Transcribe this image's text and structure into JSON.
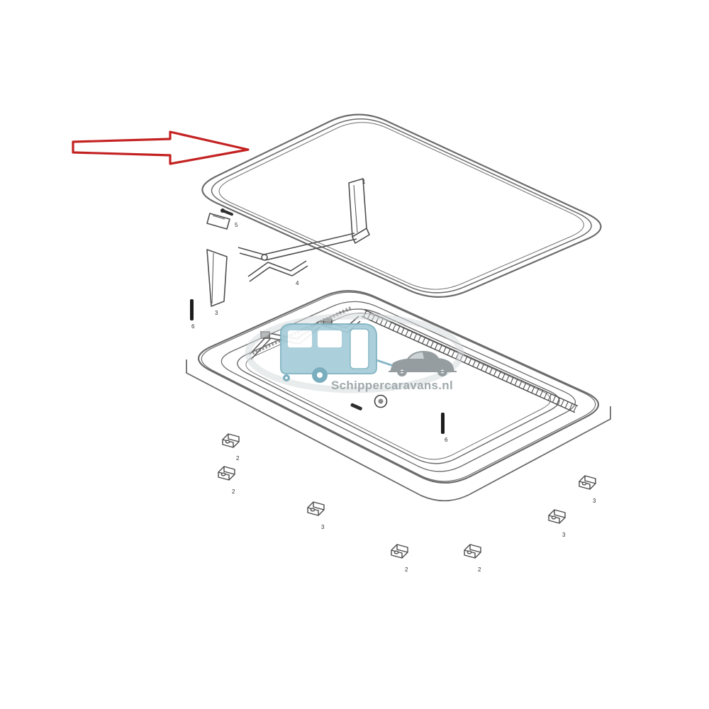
{
  "watermark": {
    "text": "Schippercaravans.nl"
  },
  "colors": {
    "arrow": "#c42222",
    "line": "#6b6b6b",
    "part": "#4a4a4a",
    "logo_caravan": "#a6cdd9",
    "logo_caravan_dark": "#6fa8ba",
    "logo_car": "#8d9598",
    "text_gray": "#98a2a6"
  },
  "labels": {
    "pane": "1",
    "arm": "4",
    "plate": "3",
    "crank": "5",
    "pin_left": "6",
    "pin_right": "6",
    "clip1": "2",
    "clip2": "2",
    "clip3": "3",
    "clip4": "2",
    "clip5": "2",
    "clip6": "3",
    "clip7": "3"
  }
}
